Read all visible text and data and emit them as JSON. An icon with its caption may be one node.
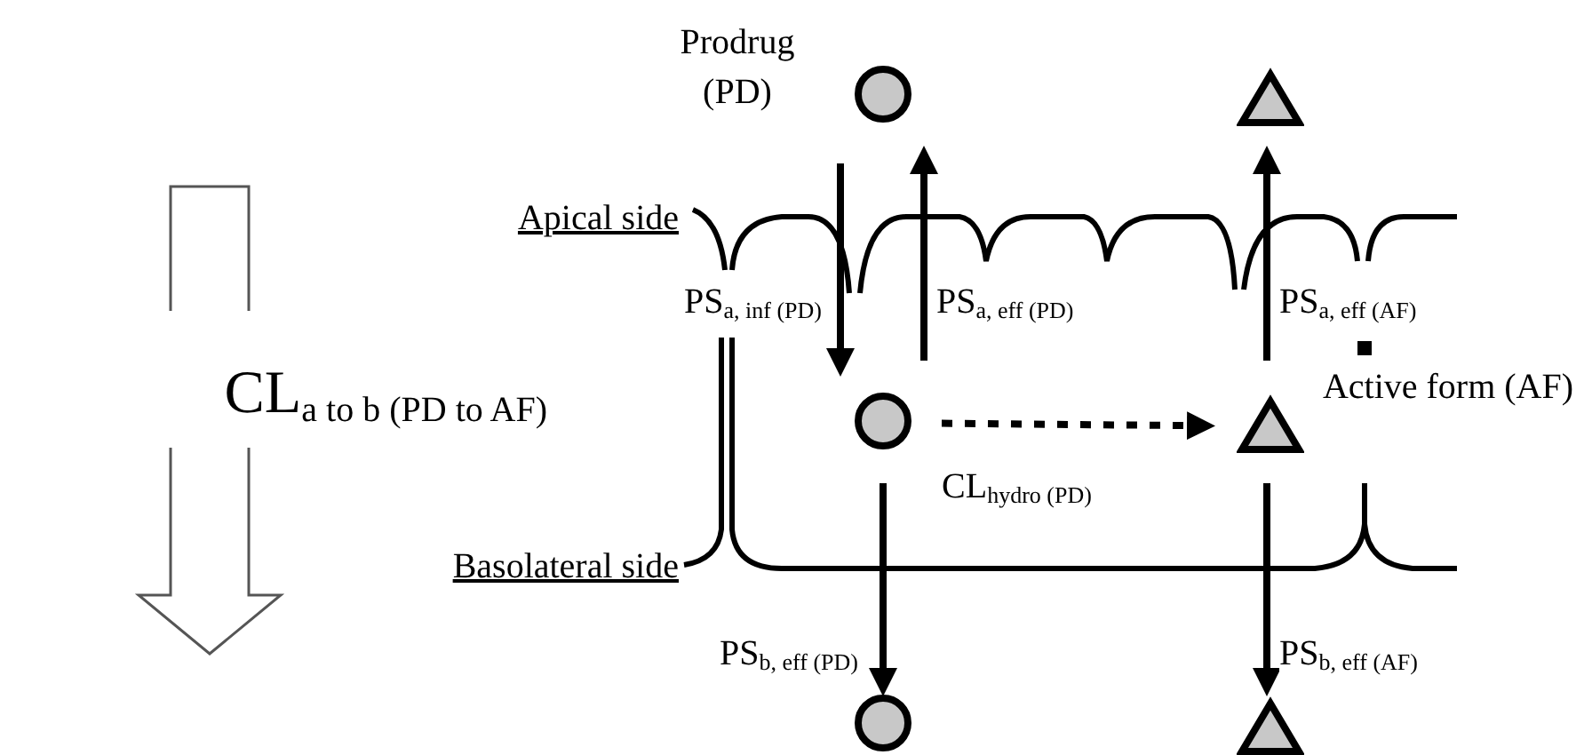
{
  "diagram": {
    "nodes": [
      {
        "text": [],
        "shape": "circle",
        "beside": [
          "Prodrug (PD)"
        ]
      },
      {
        "text": [],
        "shape": "triangle"
      },
      {
        "text": [],
        "shape": "circle"
      },
      {
        "text": [],
        "shape": "triangle",
        "beside": [
          "Active form (AF)"
        ]
      },
      {
        "text": [],
        "shape": "circle"
      },
      {
        "text": [],
        "shape": "triangle"
      }
    ],
    "edges": [
      {
        "from": 0,
        "to": 2,
        "arrow": "to",
        "label": "PS$_{a, inf (PD)}$"
      },
      {
        "from": 2,
        "to": 0,
        "arrow": "to",
        "label": "PS$_{a, eff (PD)}$"
      },
      {
        "from": 2,
        "to": 3,
        "arrow": "to",
        "style": "dashed",
        "label": "CL$_{hydro (PD)}$"
      },
      {
        "from": 3,
        "to": 1,
        "arrow": "to",
        "label": "PS$_{a, eff (AF)}$"
      },
      {
        "from": 2,
        "to": 4,
        "arrow": "to",
        "label": "PS$_{b, eff (PD)}$"
      },
      {
        "from": 3,
        "to": 5,
        "arrow": "to",
        "label": "PS$_{b, eff (AF)}$"
      }
    ],
    "labels": [
      "Apical side",
      "CL$_{a to b (PD to AF)}$",
      "Basolateral side"
    ]
  }
}
